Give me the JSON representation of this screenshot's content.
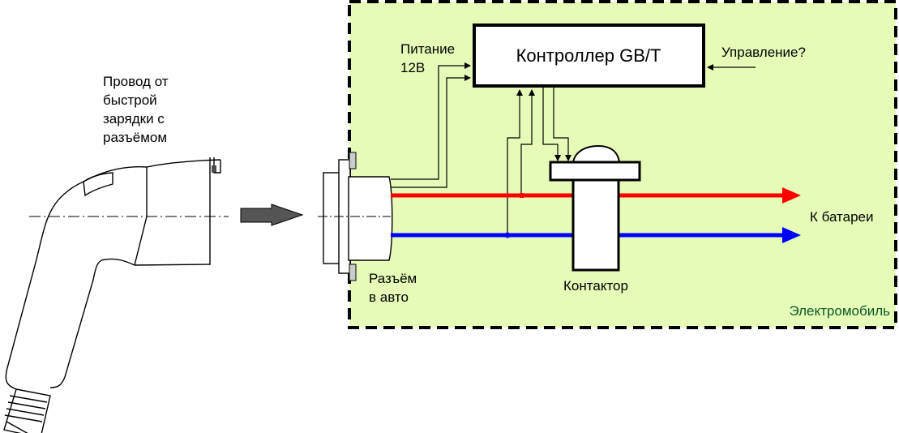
{
  "diagram": {
    "plug": {
      "label_lines": [
        "Провод от",
        "быстрой",
        "зарядки с",
        "разъёмом"
      ]
    },
    "inlet": {
      "label_lines": [
        "Разъём",
        "в авто"
      ]
    },
    "controller": {
      "label": "Контроллер GB/T"
    },
    "power_input": {
      "label_lines": [
        "Питание",
        "12В"
      ]
    },
    "control_input": {
      "label": "Управление?"
    },
    "contactor": {
      "label": "Контактор"
    },
    "battery": {
      "label": "К батареи"
    },
    "vehicle_zone": {
      "label": "Электромобиль",
      "fill_color": "#e6fbb8",
      "border_color": "#000000"
    },
    "wires": {
      "positive_color": "#ff0000",
      "negative_color": "#0000ff",
      "insert_arrow_color": "#555555"
    }
  }
}
